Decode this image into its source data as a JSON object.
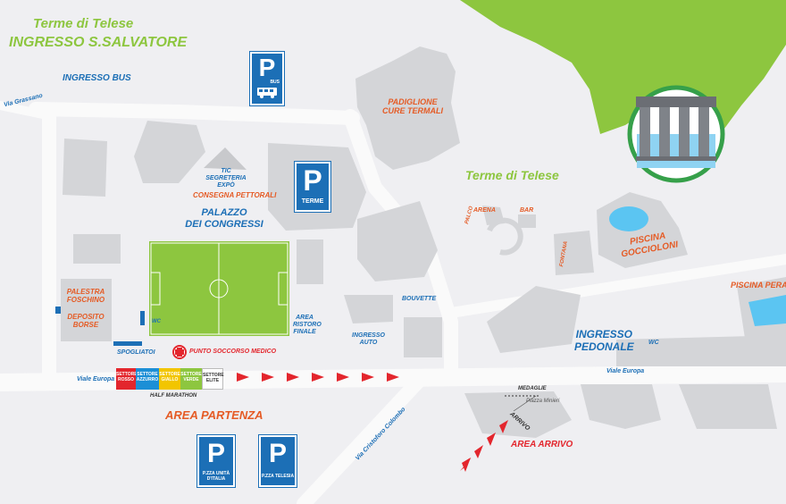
{
  "labels": {
    "terme_title": "Terme di Telese",
    "ingresso_salvatore": "INGRESSO S.SALVATORE",
    "ingresso_bus": "INGRESSO BUS",
    "via_grassano": "Via Grassano",
    "padiglione_line1": "PADIGLIONE",
    "padiglione_line2": "CURE TERMALI",
    "terme_center": "Terme di Telese",
    "tic_line1": "TIC",
    "tic_line2": "SEGRETERIA",
    "tic_line3": "EXPÒ",
    "consegna": "CONSEGNA PETTORALI",
    "palazzo_line1": "PALAZZO",
    "palazzo_line2": "DEI CONGRESSI",
    "arena": "ARENA",
    "bar": "BAR",
    "palco": "PALCO",
    "fontana": "FONTANA",
    "piscina_line1": "PISCINA",
    "piscina_line2": "GOCCIOLONI",
    "piscina_pera": "PISCINA PERA",
    "palestra_line1": "PALESTRA",
    "palestra_line2": "FOSCHINO",
    "deposito_line1": "DEPOSITO",
    "deposito_line2": "BORSE",
    "wc": "WC",
    "bouvette": "BOUVETTE",
    "area_ristoro_line1": "AREA",
    "area_ristoro_line2": "RISTORO",
    "area_ristoro_line3": "FINALE",
    "ingresso_auto_line1": "INGRESSO",
    "ingresso_auto_line2": "AUTO",
    "ingresso_pedonale_line1": "INGRESSO",
    "ingresso_pedonale_line2": "PEDONALE",
    "wc_east": "WC",
    "spogliatoi": "SPOGLIATOI",
    "punto_soccorso": "PUNTO SOCCORSO MEDICO",
    "viale_europa_west": "Viale Europa",
    "viale_europa_east": "Viale Europa",
    "half_marathon": "HALF MARATHON",
    "area_partenza": "AREA PARTENZA",
    "medaglie": "MEDAGLIE",
    "piazza_minieri": "Piazza Minieri",
    "arrivo": "ARRIVO",
    "area_arrivo": "AREA ARRIVO",
    "via_cristoforo": "Via Cristoforo Colombo"
  },
  "parking": {
    "bus": {
      "letter": "P",
      "sub": "BUS"
    },
    "terme": {
      "letter": "P",
      "sub": "TERME"
    },
    "unita": {
      "letter": "P",
      "sub_line1": "P.ZZA UNITÀ",
      "sub_line2": "D'ITALIA"
    },
    "telesia": {
      "letter": "P",
      "sub": "P.ZZA TELESIA"
    }
  },
  "sectors": [
    {
      "line1": "SETTORE",
      "line2": "ROSSO",
      "color": "#e3262d"
    },
    {
      "line1": "SETTORE",
      "line2": "AZZURRO",
      "color": "#1c8fd6"
    },
    {
      "line1": "SETTORE",
      "line2": "GIALLO",
      "color": "#f2c500"
    },
    {
      "line1": "SETTORE",
      "line2": "VERDE",
      "color": "#8dc63f"
    },
    {
      "line1": "SETTORE",
      "line2": "ELITE",
      "color": "#ffffff"
    }
  ],
  "colors": {
    "park_green": "#8dc63f",
    "field_green": "#8dc63f",
    "brand_blue": "#1c6fb6",
    "accent_orange": "#e55b25",
    "route_red": "#e3262d",
    "building": "#d4d5d8",
    "road": "#fafafa"
  },
  "icons": {
    "terme_logo": "colonnade-icon",
    "first_aid": "red-cross-icon",
    "bus": "bus-icon",
    "route_arrows": "triangle-arrow-icon"
  }
}
